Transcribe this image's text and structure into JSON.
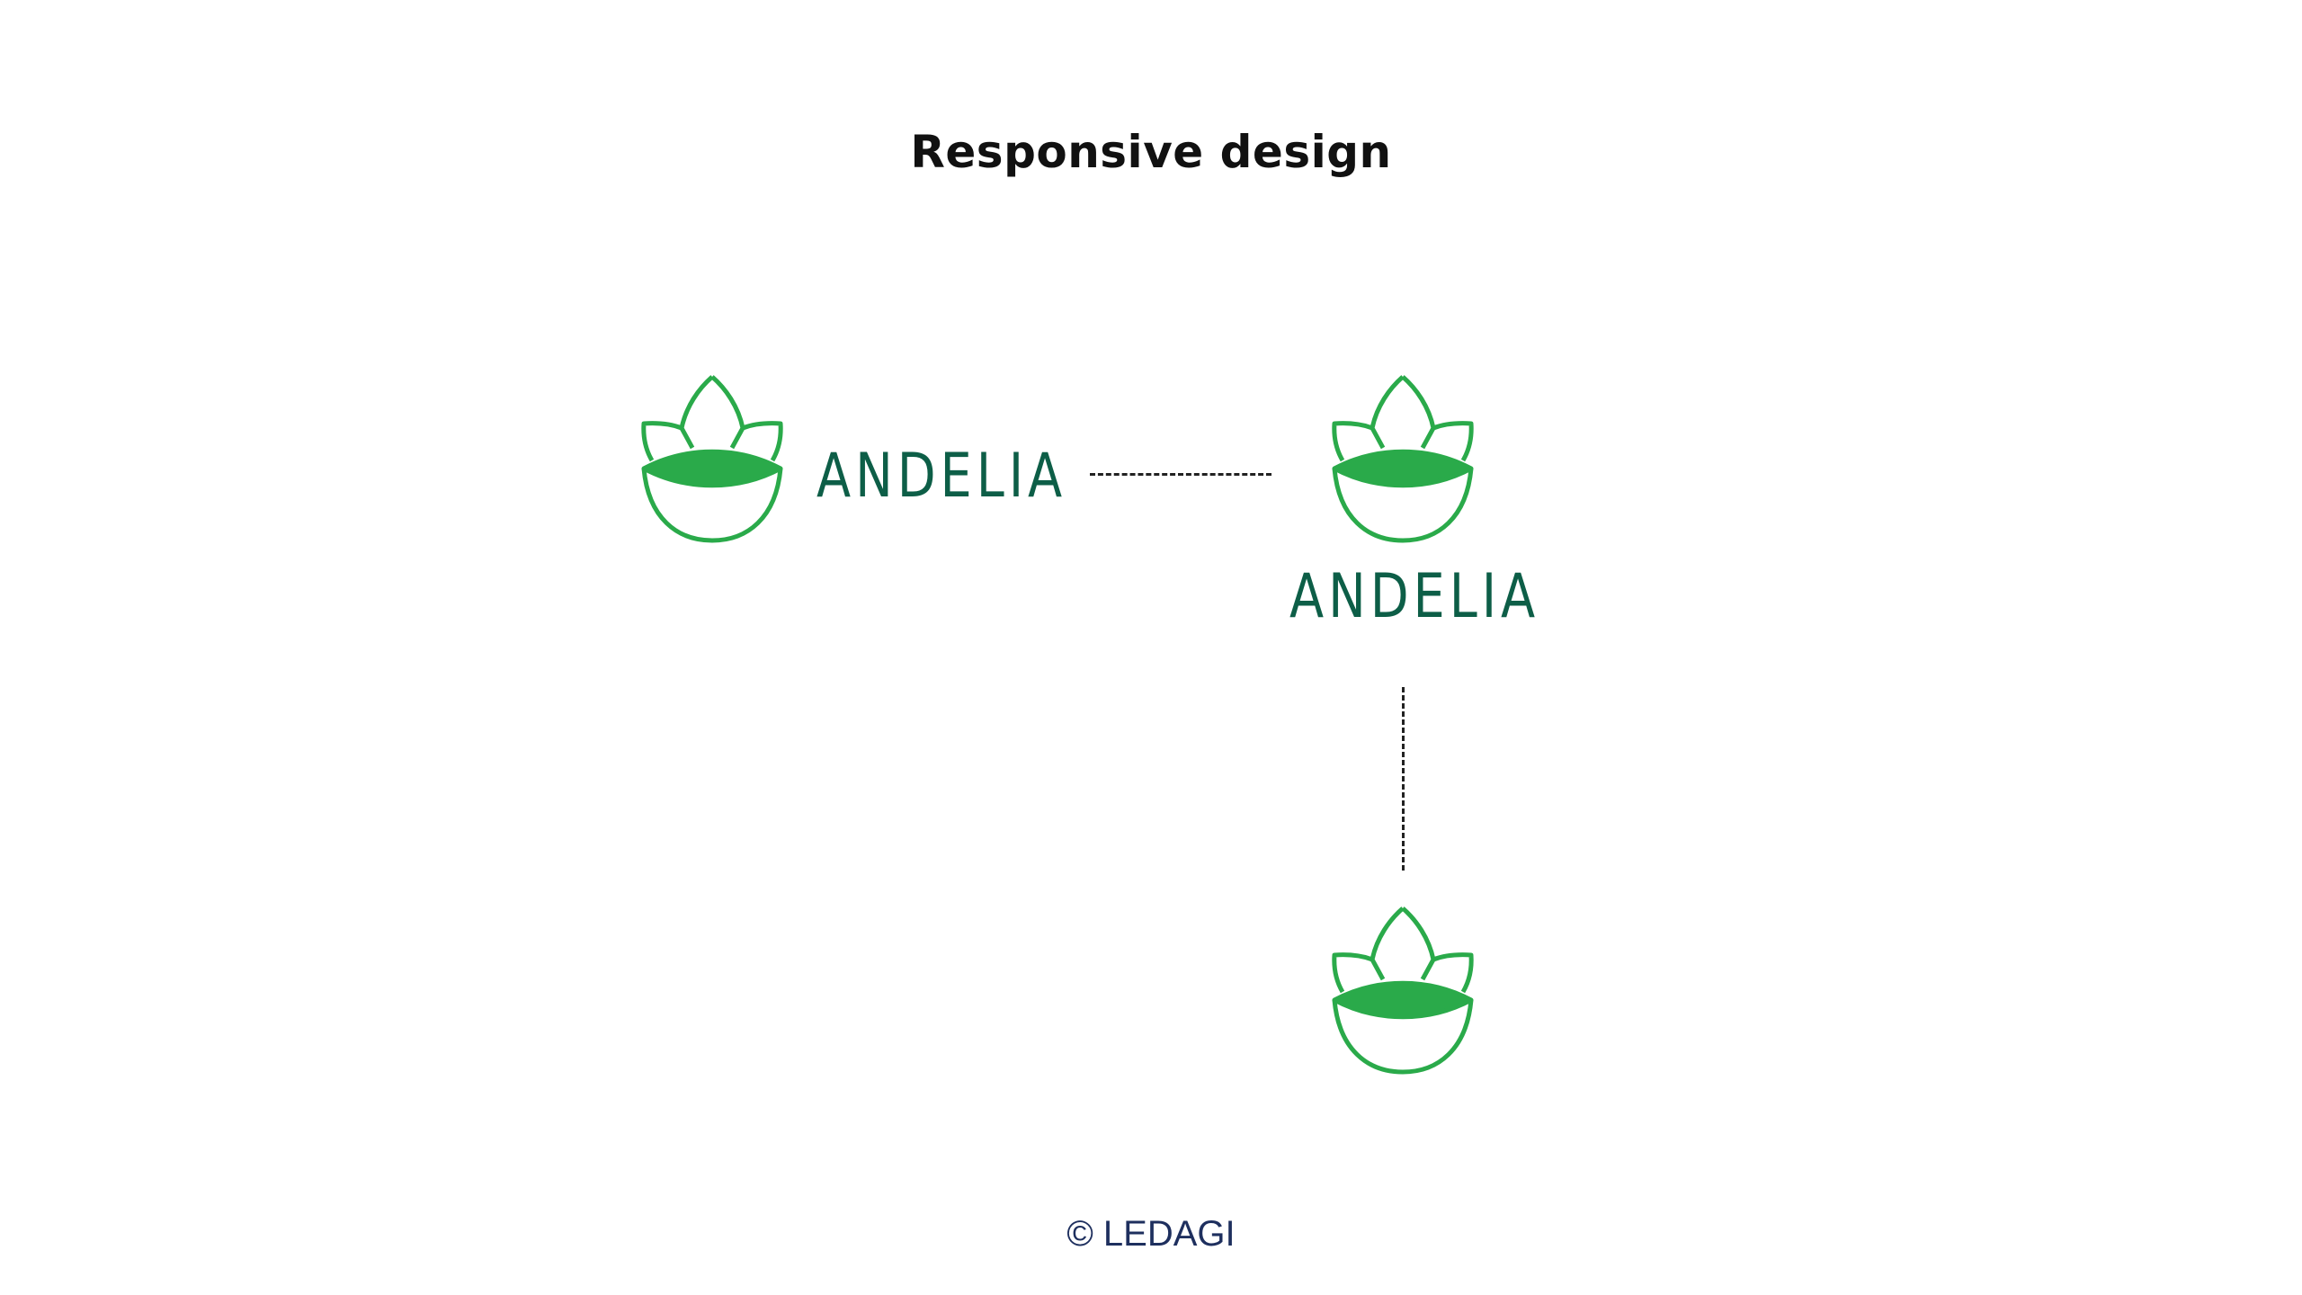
{
  "title": "Responsive design",
  "brand": {
    "name": "ANDELIA",
    "icon_color": "#2aaa4a",
    "text_color": "#0d5e47"
  },
  "variants": [
    {
      "label": "horizontal",
      "wordmark": "ANDELIA"
    },
    {
      "label": "stacked",
      "wordmark": "ANDELIA"
    },
    {
      "label": "icon-only"
    }
  ],
  "footer": {
    "copyright": "© LEDAGI"
  }
}
